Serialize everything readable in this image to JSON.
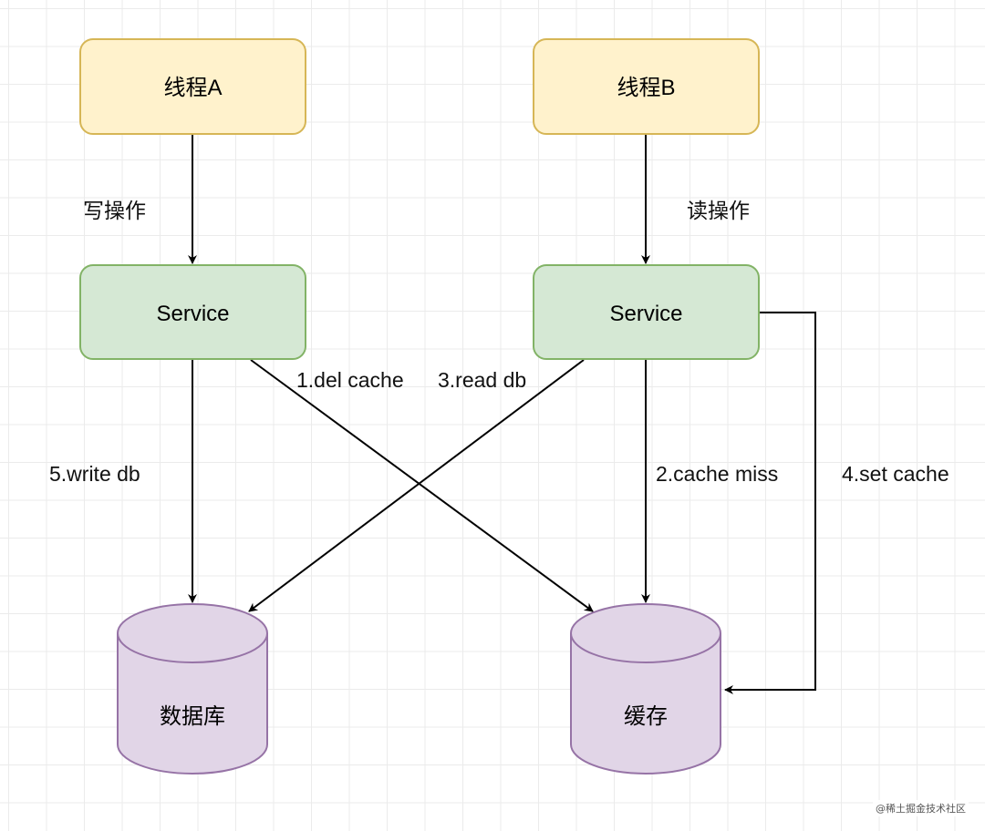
{
  "nodes": {
    "thread_a": "线程A",
    "thread_b": "线程B",
    "service_a": "Service",
    "service_b": "Service",
    "database": "数据库",
    "cache": "缓存"
  },
  "edge_labels": {
    "write_op": "写操作",
    "read_op": "读操作",
    "del_cache": "1.del cache",
    "cache_miss": "2.cache miss",
    "read_db": "3.read db",
    "set_cache": "4.set cache",
    "write_db": "5.write db"
  },
  "watermark": "@稀土掘金技术社区",
  "colors": {
    "thread_fill": "#fff2cc",
    "thread_stroke": "#d6b656",
    "service_fill": "#d5e8d4",
    "service_stroke": "#82b366",
    "storage_fill": "#e1d5e7",
    "storage_stroke": "#9673a6",
    "edge": "#000000"
  }
}
